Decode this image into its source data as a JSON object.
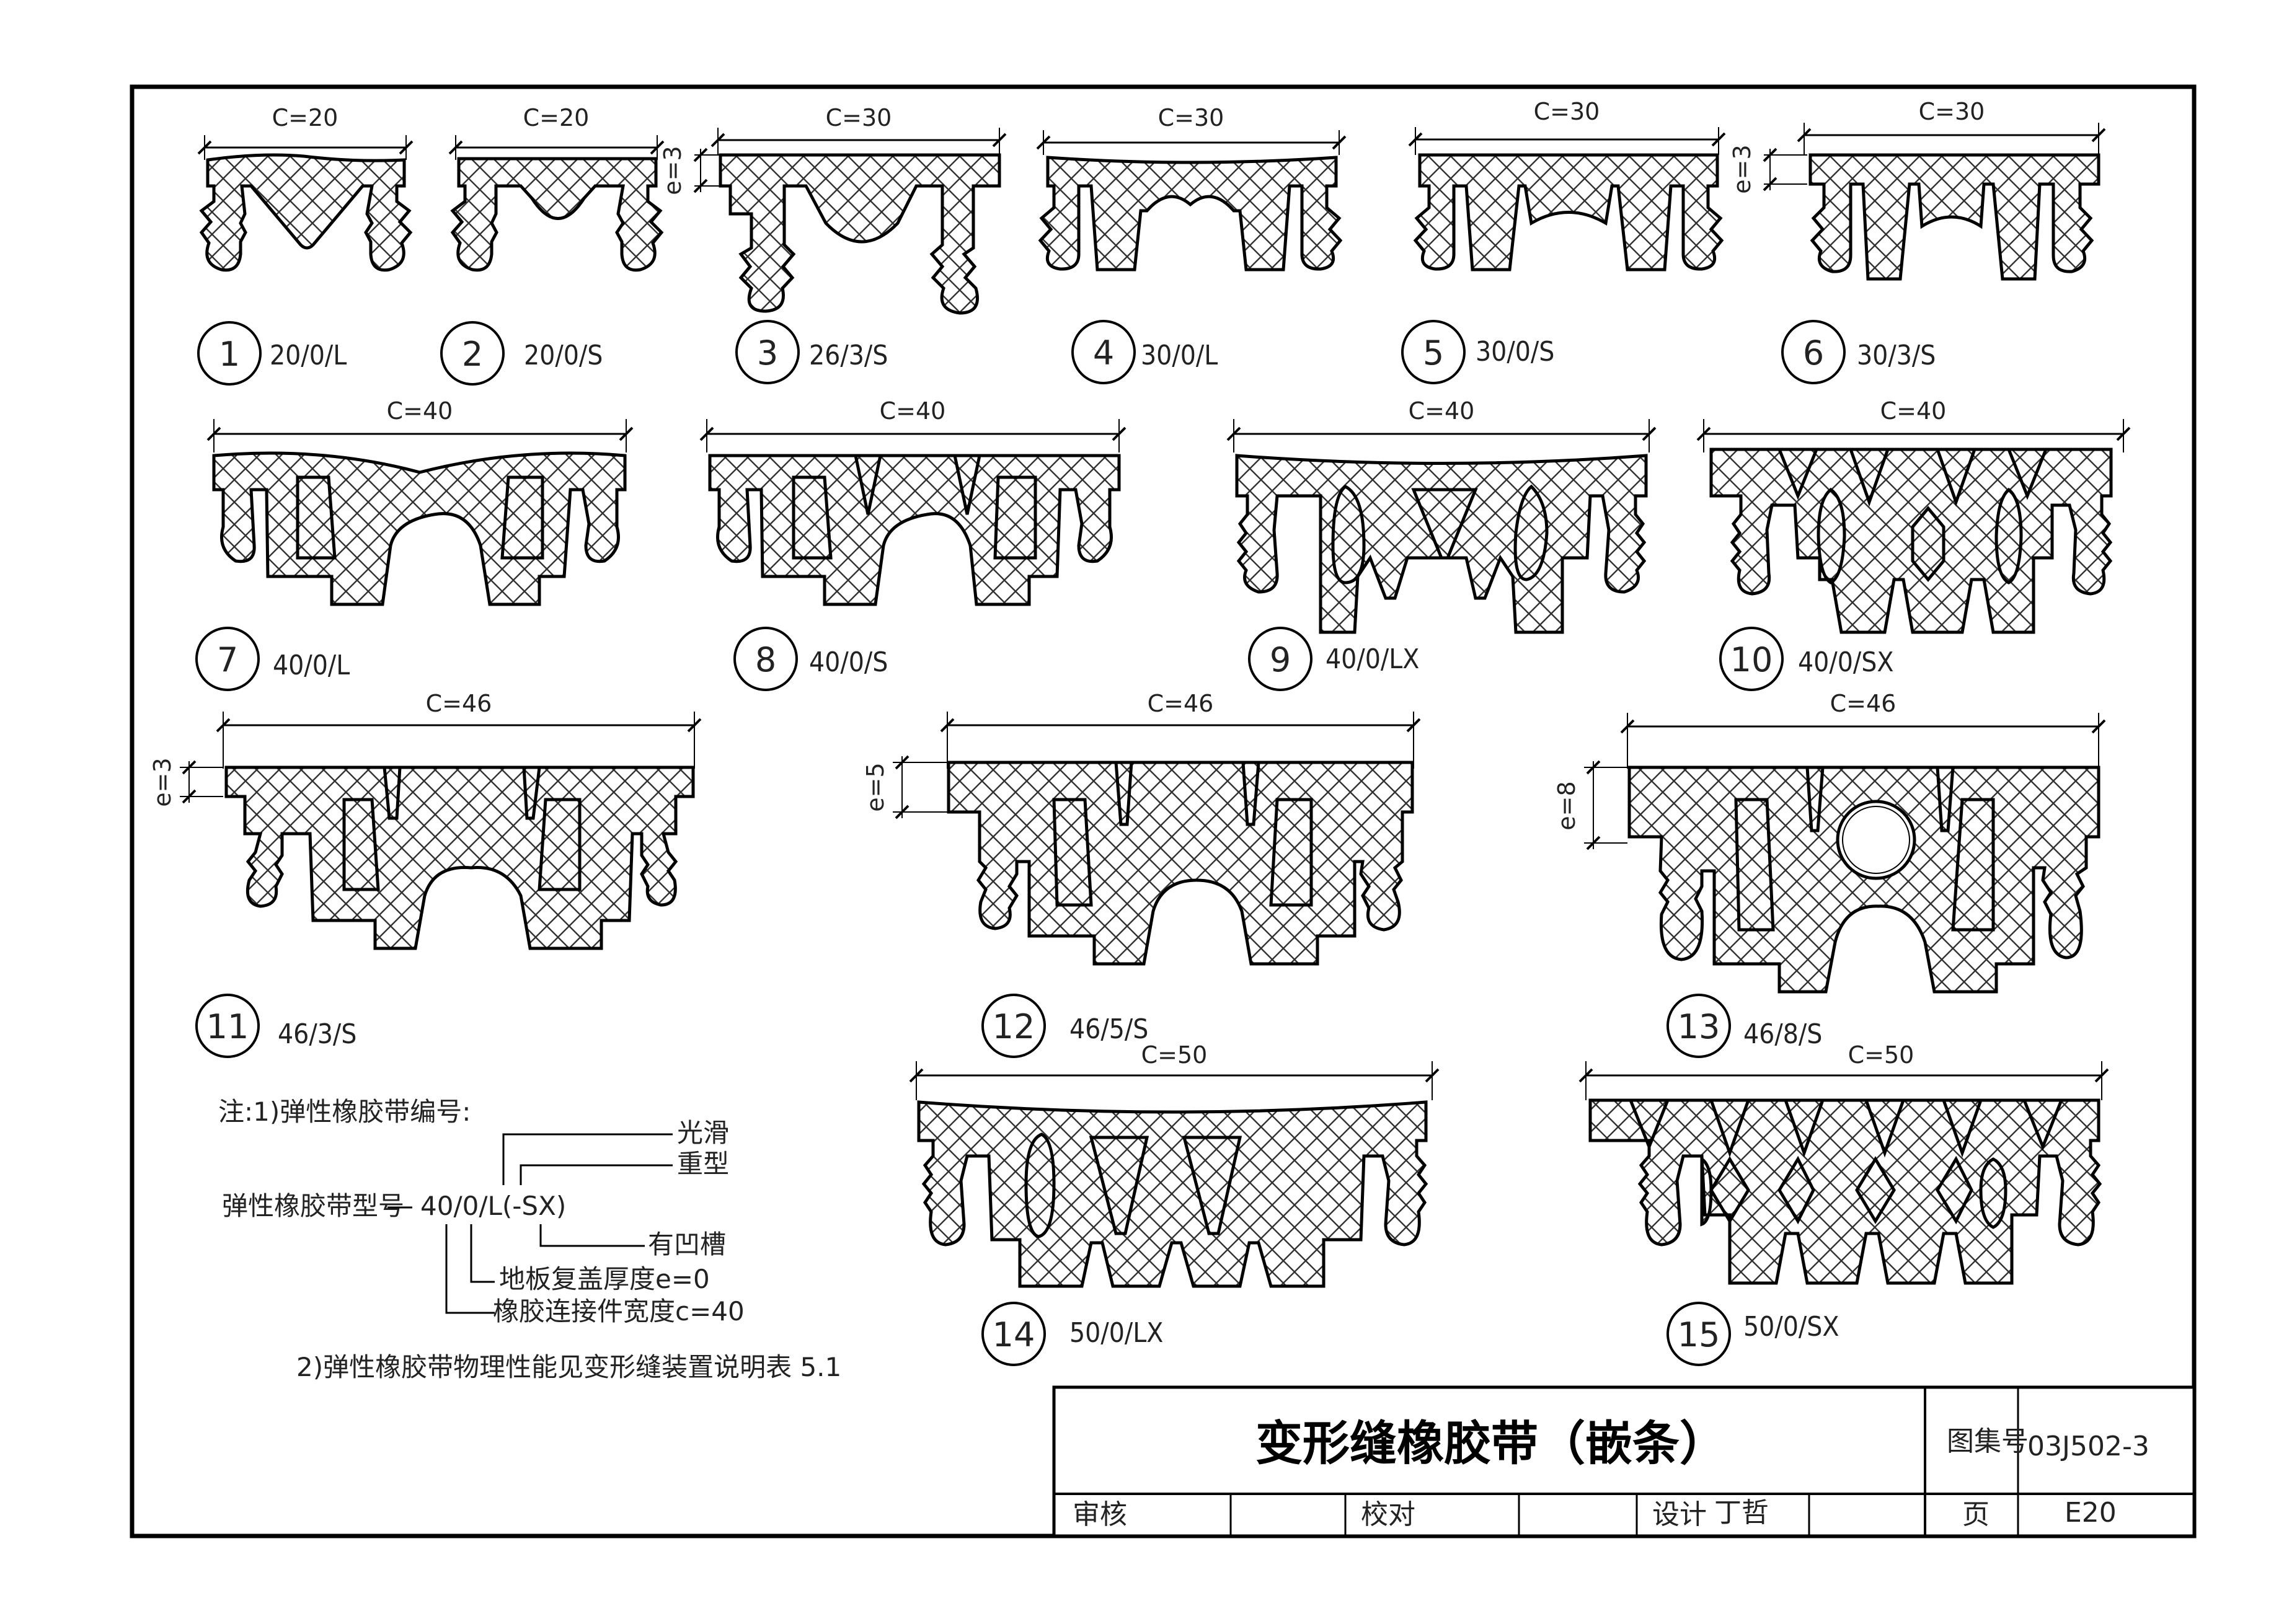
{
  "profiles": [
    {
      "number": "1",
      "code": "20/0/L",
      "dim": "C=20"
    },
    {
      "number": "2",
      "code": "20/0/S",
      "dim": "C=20"
    },
    {
      "number": "3",
      "code": "26/3/S",
      "dim": "C=30",
      "e": "e=3"
    },
    {
      "number": "4",
      "code": "30/0/L",
      "dim": "C=30"
    },
    {
      "number": "5",
      "code": "30/0/S",
      "dim": "C=30"
    },
    {
      "number": "6",
      "code": "30/3/S",
      "dim": "C=30",
      "e": "e=3"
    },
    {
      "number": "7",
      "code": "40/0/L",
      "dim": "C=40"
    },
    {
      "number": "8",
      "code": "40/0/S",
      "dim": "C=40"
    },
    {
      "number": "9",
      "code": "40/0/LX",
      "dim": "C=40"
    },
    {
      "number": "10",
      "code": "40/0/SX",
      "dim": "C=40"
    },
    {
      "number": "11",
      "code": "46/3/S",
      "dim": "C=46",
      "e": "e=3"
    },
    {
      "number": "12",
      "code": "46/5/S",
      "dim": "C=46",
      "e": "e=5"
    },
    {
      "number": "13",
      "code": "46/8/S",
      "dim": "C=46",
      "e": "e=8"
    },
    {
      "number": "14",
      "code": "50/0/LX",
      "dim": "C=50"
    },
    {
      "number": "15",
      "code": "50/0/SX",
      "dim": "C=50"
    }
  ],
  "notes": {
    "line1": "注:1)弹性橡胶带编号:",
    "model_prefix": "弹性橡胶带型号",
    "model_code": "40/0/L(-SX)",
    "leg_smooth": "光滑",
    "leg_heavy": "重型",
    "leg_groove": "有凹槽",
    "leg_thickness": "地板复盖厚度e=0",
    "leg_width": "橡胶连接件宽度c=40",
    "line2": "2)弹性橡胶带物理性能见变形缝装置说明表 5.1"
  },
  "titleblock": {
    "title": "变形缝橡胶带（嵌条）",
    "atlas_label": "图集号",
    "atlas_value": "03J502-3",
    "review": "审核",
    "check": "校对",
    "design": "设计",
    "designer": "丁哲",
    "page_label": "页",
    "page_value": "E20"
  }
}
